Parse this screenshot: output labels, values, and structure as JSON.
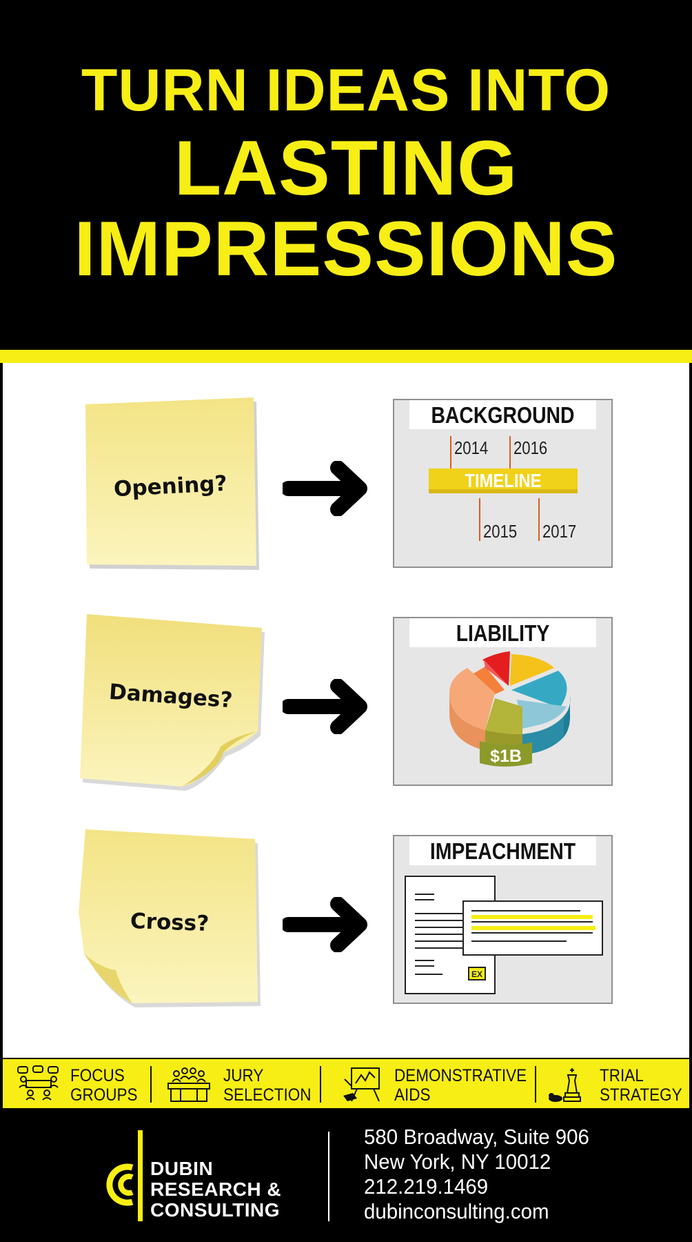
{
  "colors": {
    "accent_yellow": "#f7ee15",
    "background_black": "#000000",
    "note_yellow": "#f7ec9a",
    "timeline_orange": "#e05a18"
  },
  "hero": {
    "line1": "TURN IDEAS INTO",
    "line2": "LASTING",
    "line3": "IMPRESSIONS"
  },
  "rows": [
    {
      "note": "Opening?",
      "card_title": "BACKGROUND",
      "card_icon": "timeline-graphic"
    },
    {
      "note": "Damages?",
      "card_title": "LIABILITY",
      "card_icon": "pie-chart-graphic"
    },
    {
      "note": "Cross?",
      "card_title": "IMPEACHMENT",
      "card_icon": "documents-graphic"
    }
  ],
  "timeline": {
    "label": "TIMELINE",
    "years_top": [
      "2014",
      "2016"
    ],
    "years_bottom": [
      "2015",
      "2017"
    ]
  },
  "pie": {
    "label": "$1B"
  },
  "impeachment": {
    "exhibit_tag": "EX"
  },
  "services": [
    {
      "line1": "FOCUS",
      "line2": "GROUPS",
      "icon": "focus-groups-icon"
    },
    {
      "line1": "JURY",
      "line2": "SELECTION",
      "icon": "jury-box-icon"
    },
    {
      "line1": "DEMONSTRATIVE",
      "line2": "AIDS",
      "icon": "easel-chart-icon"
    },
    {
      "line1": "TRIAL",
      "line2": "STRATEGY",
      "icon": "chess-pieces-icon"
    }
  ],
  "company": {
    "name_line1": "DUBIN",
    "name_line2": "RESEARCH &",
    "name_line3": "CONSULTING",
    "logo_icon": "dubin-logo-mark"
  },
  "contact": {
    "address1": "580 Broadway, Suite 906",
    "address2": "New York, NY 10012",
    "phone": "212.219.1469",
    "website": "dubinconsulting.com"
  }
}
